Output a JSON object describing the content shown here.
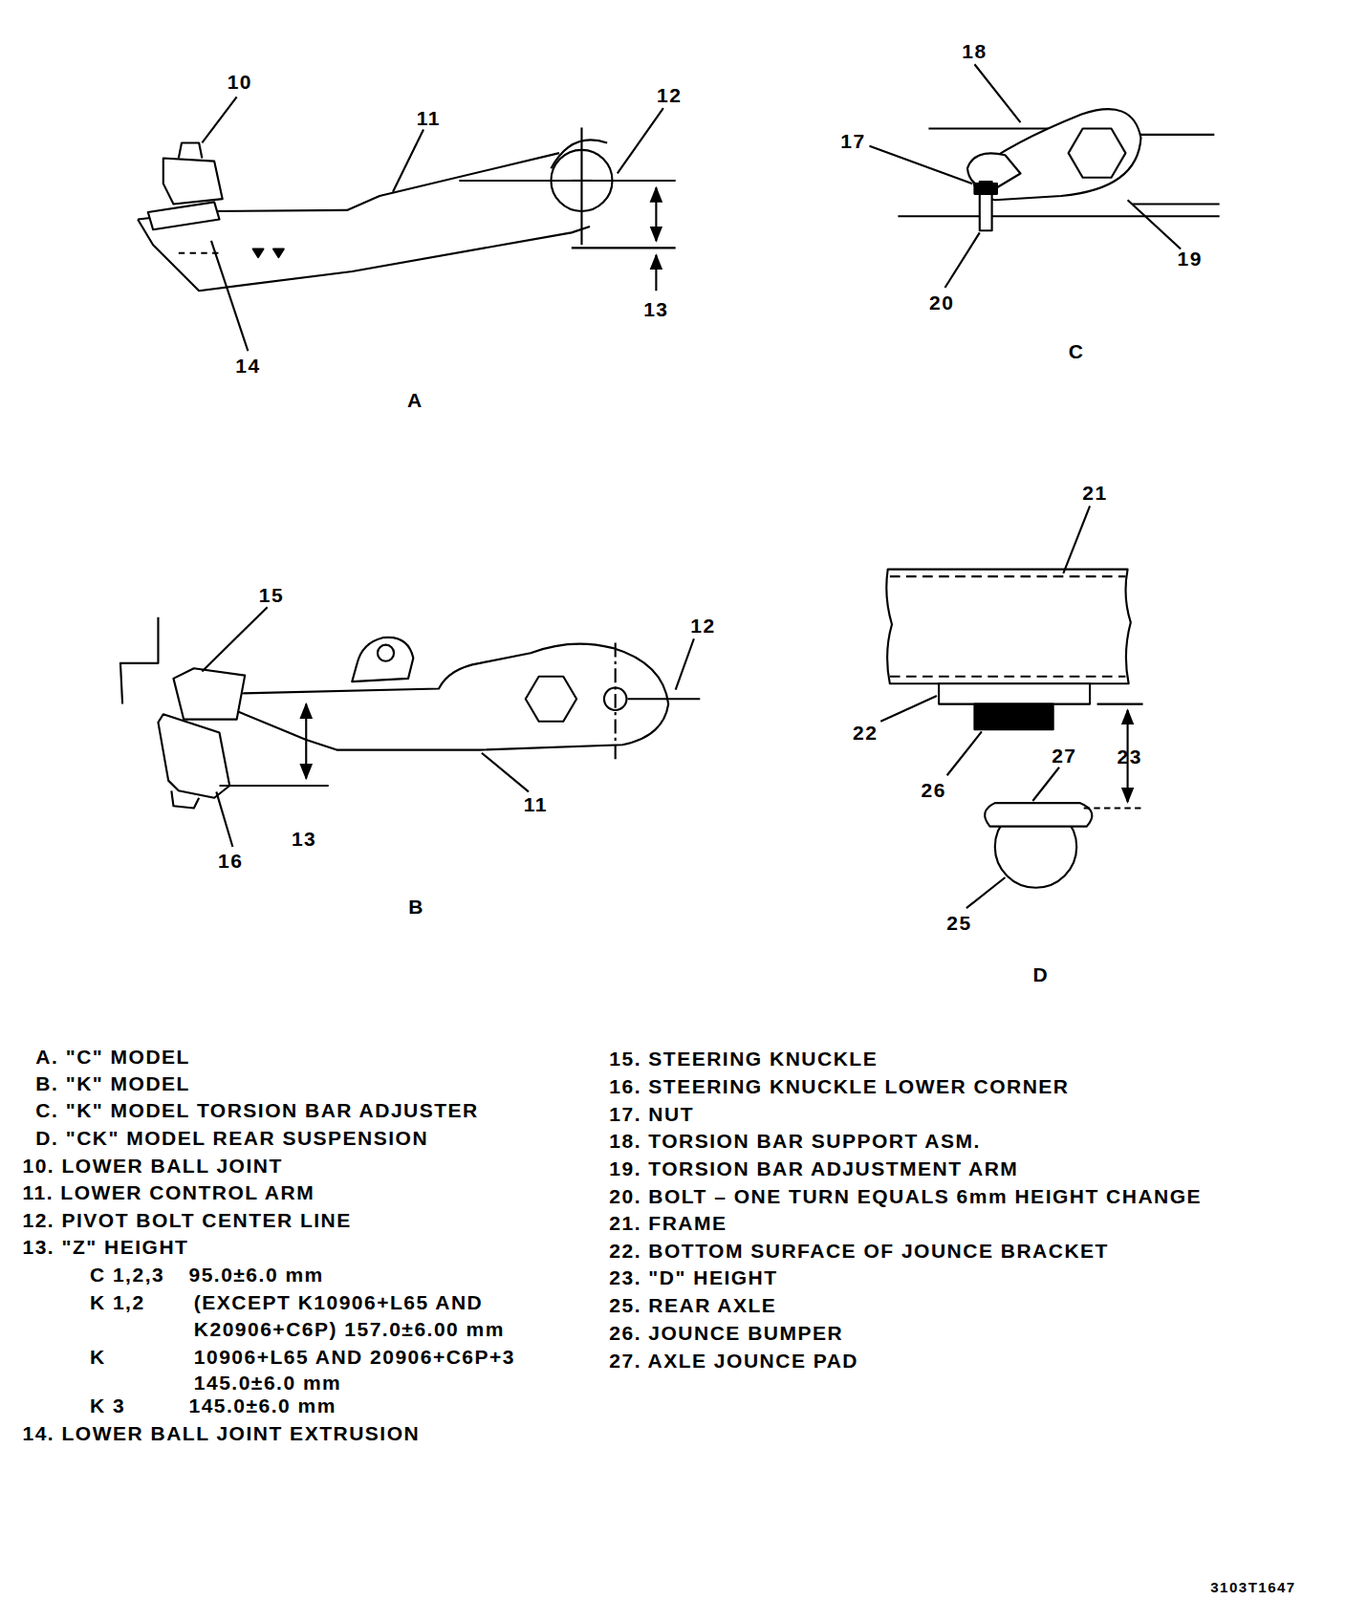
{
  "diagram": {
    "labels": [
      "10",
      "11",
      "12",
      "13",
      "14",
      "A",
      "18",
      "17",
      "19",
      "20",
      "C",
      "15",
      "12",
      "11",
      "16",
      "13",
      "B",
      "21",
      "22",
      "23",
      "27",
      "26",
      "25",
      "D",
      "A. \"C\" MODEL",
      "B. \"K\" MODEL",
      "C. \"K\" MODEL TORSION BAR ADJUSTER",
      "D. \"CK\" MODEL REAR SUSPENSION",
      "10. LOWER BALL JOINT",
      "11. LOWER CONTROL ARM",
      "12. PIVOT BOLT CENTER LINE",
      "13. \"Z\" HEIGHT",
      "C 1,2,3",
      "95.0±6.0 mm",
      "K 1,2",
      "(EXCEPT K10906+L65 AND",
      "K20906+C6P) 157.0±6.00 mm",
      "K",
      "10906+L65 AND 20906+C6P+3",
      "145.0±6.0 mm",
      "K 3",
      "145.0±6.0 mm",
      "14. LOWER BALL JOINT EXTRUSION",
      "15. STEERING KNUCKLE",
      "16. STEERING KNUCKLE LOWER CORNER",
      "17. NUT",
      "18. TORSION BAR SUPPORT ASM.",
      "19. TORSION BAR ADJUSTMENT ARM",
      "20. BOLT – ONE TURN EQUALS 6mm HEIGHT CHANGE",
      "21. FRAME",
      "22. BOTTOM SURFACE OF JOUNCE BRACKET",
      "23. \"D\" HEIGHT",
      "25. REAR AXLE",
      "26. JOUNCE BUMPER",
      "27. AXLE JOUNCE PAD",
      "3103T1647"
    ]
  }
}
